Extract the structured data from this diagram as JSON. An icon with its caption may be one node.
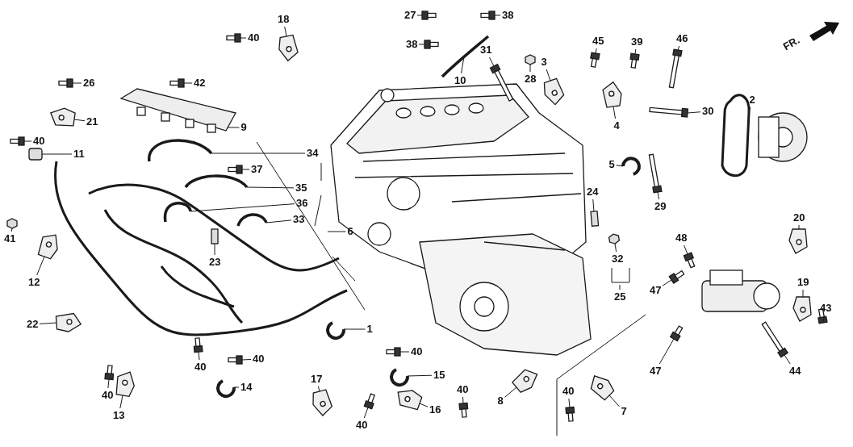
{
  "diagram": {
    "nodes": [
      {
        "text": [
          "40"
        ]
      },
      {
        "text": [
          "18"
        ]
      },
      {
        "text": [
          "27"
        ]
      },
      {
        "text": [
          "38"
        ]
      },
      {
        "text": [
          "46"
        ]
      },
      {
        "text": [
          "38"
        ]
      },
      {
        "text": [
          "31"
        ]
      },
      {
        "text": [
          "3"
        ]
      },
      {
        "text": [
          "45"
        ]
      },
      {
        "text": [
          "39"
        ]
      },
      {
        "text": [
          "26"
        ]
      },
      {
        "text": [
          "42"
        ]
      },
      {
        "text": [
          "10"
        ]
      },
      {
        "text": [
          "2"
        ]
      },
      {
        "text": [
          "28"
        ]
      },
      {
        "text": [
          "21"
        ]
      },
      {
        "text": [
          "40"
        ]
      },
      {
        "text": [
          "9"
        ]
      },
      {
        "text": [
          "4"
        ]
      },
      {
        "text": [
          "30"
        ]
      },
      {
        "text": [
          "11"
        ]
      },
      {
        "text": [
          "34"
        ]
      },
      {
        "text": [
          "37"
        ]
      },
      {
        "text": [
          "5"
        ]
      },
      {
        "text": [
          "35"
        ]
      },
      {
        "text": [
          "36"
        ]
      },
      {
        "text": [
          "33"
        ]
      },
      {
        "text": [
          "6"
        ]
      },
      {
        "text": [
          "24"
        ]
      },
      {
        "text": [
          "29"
        ]
      },
      {
        "text": [
          "20"
        ]
      },
      {
        "text": [
          "41"
        ]
      },
      {
        "text": [
          "12"
        ]
      },
      {
        "text": [
          "23"
        ]
      },
      {
        "text": [
          "48"
        ]
      },
      {
        "text": [
          "32"
        ]
      },
      {
        "text": [
          "25"
        ]
      },
      {
        "text": [
          "47"
        ]
      },
      {
        "text": [
          "19"
        ]
      },
      {
        "text": [
          "22"
        ]
      },
      {
        "text": [
          "1"
        ]
      },
      {
        "text": [
          "43"
        ]
      },
      {
        "text": [
          "47"
        ]
      },
      {
        "text": [
          "44"
        ]
      },
      {
        "text": [
          "40"
        ]
      },
      {
        "text": [
          "40"
        ]
      },
      {
        "text": [
          "40"
        ]
      },
      {
        "text": [
          "17"
        ]
      },
      {
        "text": [
          "15"
        ]
      },
      {
        "text": [
          "40"
        ]
      },
      {
        "text": [
          "14"
        ]
      },
      {
        "text": [
          "40"
        ]
      },
      {
        "text": [
          "8"
        ]
      },
      {
        "text": [
          "40"
        ]
      },
      {
        "text": [
          "7"
        ]
      },
      {
        "text": [
          "13"
        ]
      },
      {
        "text": [
          "40"
        ]
      },
      {
        "text": [
          "16"
        ]
      },
      {
        "text": [],
        "shape": "bolt"
      },
      {
        "text": [],
        "shape": "bracket"
      },
      {
        "text": [],
        "shape": "bolt"
      },
      {
        "text": [],
        "shape": "bolt"
      },
      {
        "text": [],
        "shape": "bolt"
      },
      {
        "text": [],
        "shape": "bolt"
      },
      {
        "text": [],
        "shape": "bolt"
      },
      {
        "text": [],
        "shape": "bracket"
      },
      {
        "text": [],
        "shape": "bolt"
      },
      {
        "text": [],
        "shape": "bolt"
      },
      {
        "text": [],
        "shape": "bolt"
      },
      {
        "text": [],
        "shape": "bolt"
      },
      {
        "text": [],
        "shape": "cable"
      },
      {
        "text": [],
        "shape": "belt"
      },
      {
        "text": [],
        "shape": "nut"
      },
      {
        "text": [],
        "shape": "bracket"
      },
      {
        "text": [],
        "shape": "bolt"
      },
      {
        "text": [],
        "shape": "rail"
      },
      {
        "text": [],
        "shape": "bracket"
      },
      {
        "text": [],
        "shape": "bolt"
      },
      {
        "text": [],
        "shape": "connector"
      },
      {
        "text": [],
        "shape": "cable"
      },
      {
        "text": [],
        "shape": "bolt"
      },
      {
        "text": [],
        "shape": "clamp"
      },
      {
        "text": [],
        "shape": "cable"
      },
      {
        "text": [],
        "shape": "cable"
      },
      {
        "text": [],
        "shape": "cable"
      },
      {
        "text": [],
        "shape": "sensor"
      },
      {
        "text": [],
        "shape": "bolt"
      },
      {
        "text": [],
        "shape": "bracket"
      },
      {
        "text": [],
        "shape": "nut"
      },
      {
        "text": [],
        "shape": "bracket"
      },
      {
        "text": [],
        "shape": "sensor"
      },
      {
        "text": [],
        "shape": "bolt"
      },
      {
        "text": [],
        "shape": "nut"
      },
      {
        "text": [],
        "shape": "bolt"
      },
      {
        "text": [],
        "shape": "bracket"
      },
      {
        "text": [],
        "shape": "bracket"
      },
      {
        "text": [],
        "shape": "clamp"
      },
      {
        "text": [],
        "shape": "bolt"
      },
      {
        "text": [],
        "shape": "bolt"
      },
      {
        "text": [],
        "shape": "bolt"
      },
      {
        "text": [],
        "shape": "bolt"
      },
      {
        "text": [],
        "shape": "bolt"
      },
      {
        "text": [],
        "shape": "bolt"
      },
      {
        "text": [],
        "shape": "bracket"
      },
      {
        "text": [],
        "shape": "clamp"
      },
      {
        "text": [],
        "shape": "bolt"
      },
      {
        "text": [],
        "shape": "clamp"
      },
      {
        "text": [],
        "shape": "bolt"
      },
      {
        "text": [],
        "shape": "bracket"
      },
      {
        "text": [],
        "shape": "bolt"
      },
      {
        "text": [],
        "shape": "bracket"
      },
      {
        "text": [],
        "shape": "bracket"
      },
      {
        "text": [],
        "shape": "bolt"
      },
      {
        "text": [],
        "shape": "bracket"
      }
    ],
    "edges": [
      {
        "from": 0,
        "to": 58,
        "arrow": "none"
      },
      {
        "from": 1,
        "to": 59,
        "arrow": "none"
      },
      {
        "from": 2,
        "to": 60,
        "arrow": "none"
      },
      {
        "from": 3,
        "to": 61,
        "arrow": "none"
      },
      {
        "from": 4,
        "to": 62,
        "arrow": "none"
      },
      {
        "from": 5,
        "to": 63,
        "arrow": "none"
      },
      {
        "from": 6,
        "to": 64,
        "arrow": "none"
      },
      {
        "from": 7,
        "to": 65,
        "arrow": "none"
      },
      {
        "from": 8,
        "to": 66,
        "arrow": "none"
      },
      {
        "from": 9,
        "to": 67,
        "arrow": "none"
      },
      {
        "from": 10,
        "to": 68,
        "arrow": "none"
      },
      {
        "from": 11,
        "to": 69,
        "arrow": "none"
      },
      {
        "from": 12,
        "to": 70,
        "arrow": "none"
      },
      {
        "from": 13,
        "to": 71,
        "arrow": "none"
      },
      {
        "from": 14,
        "to": 72,
        "arrow": "none"
      },
      {
        "from": 15,
        "to": 73,
        "arrow": "none"
      },
      {
        "from": 16,
        "to": 74,
        "arrow": "none"
      },
      {
        "from": 17,
        "to": 75,
        "arrow": "none"
      },
      {
        "from": 18,
        "to": 76,
        "arrow": "none"
      },
      {
        "from": 19,
        "to": 77,
        "arrow": "none"
      },
      {
        "from": 20,
        "to": 78,
        "arrow": "none"
      },
      {
        "from": 21,
        "to": 79,
        "arrow": "none"
      },
      {
        "from": 22,
        "to": 80,
        "arrow": "none"
      },
      {
        "from": 23,
        "to": 81,
        "arrow": "none"
      },
      {
        "from": 24,
        "to": 82,
        "arrow": "none"
      },
      {
        "from": 25,
        "to": 83,
        "arrow": "none"
      },
      {
        "from": 26,
        "to": 84,
        "arrow": "none"
      },
      {
        "from": 27,
        "to": null,
        "arrow": "none"
      },
      {
        "from": 28,
        "to": 85,
        "arrow": "none"
      },
      {
        "from": 29,
        "to": 86,
        "arrow": "none"
      },
      {
        "from": 30,
        "to": 87,
        "arrow": "none"
      },
      {
        "from": 31,
        "to": 88,
        "arrow": "none"
      },
      {
        "from": 32,
        "to": 89,
        "arrow": "none"
      },
      {
        "from": 33,
        "to": 90,
        "arrow": "none"
      },
      {
        "from": 34,
        "to": 91,
        "arrow": "none"
      },
      {
        "from": 35,
        "to": 92,
        "arrow": "none"
      },
      {
        "from": 36,
        "to": null,
        "arrow": "none"
      },
      {
        "from": 37,
        "to": 93,
        "arrow": "none"
      },
      {
        "from": 38,
        "to": 94,
        "arrow": "none"
      },
      {
        "from": 39,
        "to": 95,
        "arrow": "none"
      },
      {
        "from": 40,
        "to": 96,
        "arrow": "none"
      },
      {
        "from": 41,
        "to": 97,
        "arrow": "none"
      },
      {
        "from": 42,
        "to": 98,
        "arrow": "none"
      },
      {
        "from": 43,
        "to": 99,
        "arrow": "none"
      },
      {
        "from": 44,
        "to": 100,
        "arrow": "none"
      },
      {
        "from": 45,
        "to": 101,
        "arrow": "none"
      },
      {
        "from": 46,
        "to": 102,
        "arrow": "none"
      },
      {
        "from": 47,
        "to": 103,
        "arrow": "none"
      },
      {
        "from": 48,
        "to": 104,
        "arrow": "none"
      },
      {
        "from": 49,
        "to": 105,
        "arrow": "none"
      },
      {
        "from": 50,
        "to": 106,
        "arrow": "none"
      },
      {
        "from": 51,
        "to": 107,
        "arrow": "none"
      },
      {
        "from": 52,
        "to": 108,
        "arrow": "none"
      },
      {
        "from": 53,
        "to": 109,
        "arrow": "none"
      },
      {
        "from": 54,
        "to": 110,
        "arrow": "none"
      },
      {
        "from": 55,
        "to": 111,
        "arrow": "none"
      },
      {
        "from": 56,
        "to": 112,
        "arrow": "none"
      },
      {
        "from": 57,
        "to": 113,
        "arrow": "none"
      }
    ],
    "labels": [
      "FR."
    ]
  }
}
